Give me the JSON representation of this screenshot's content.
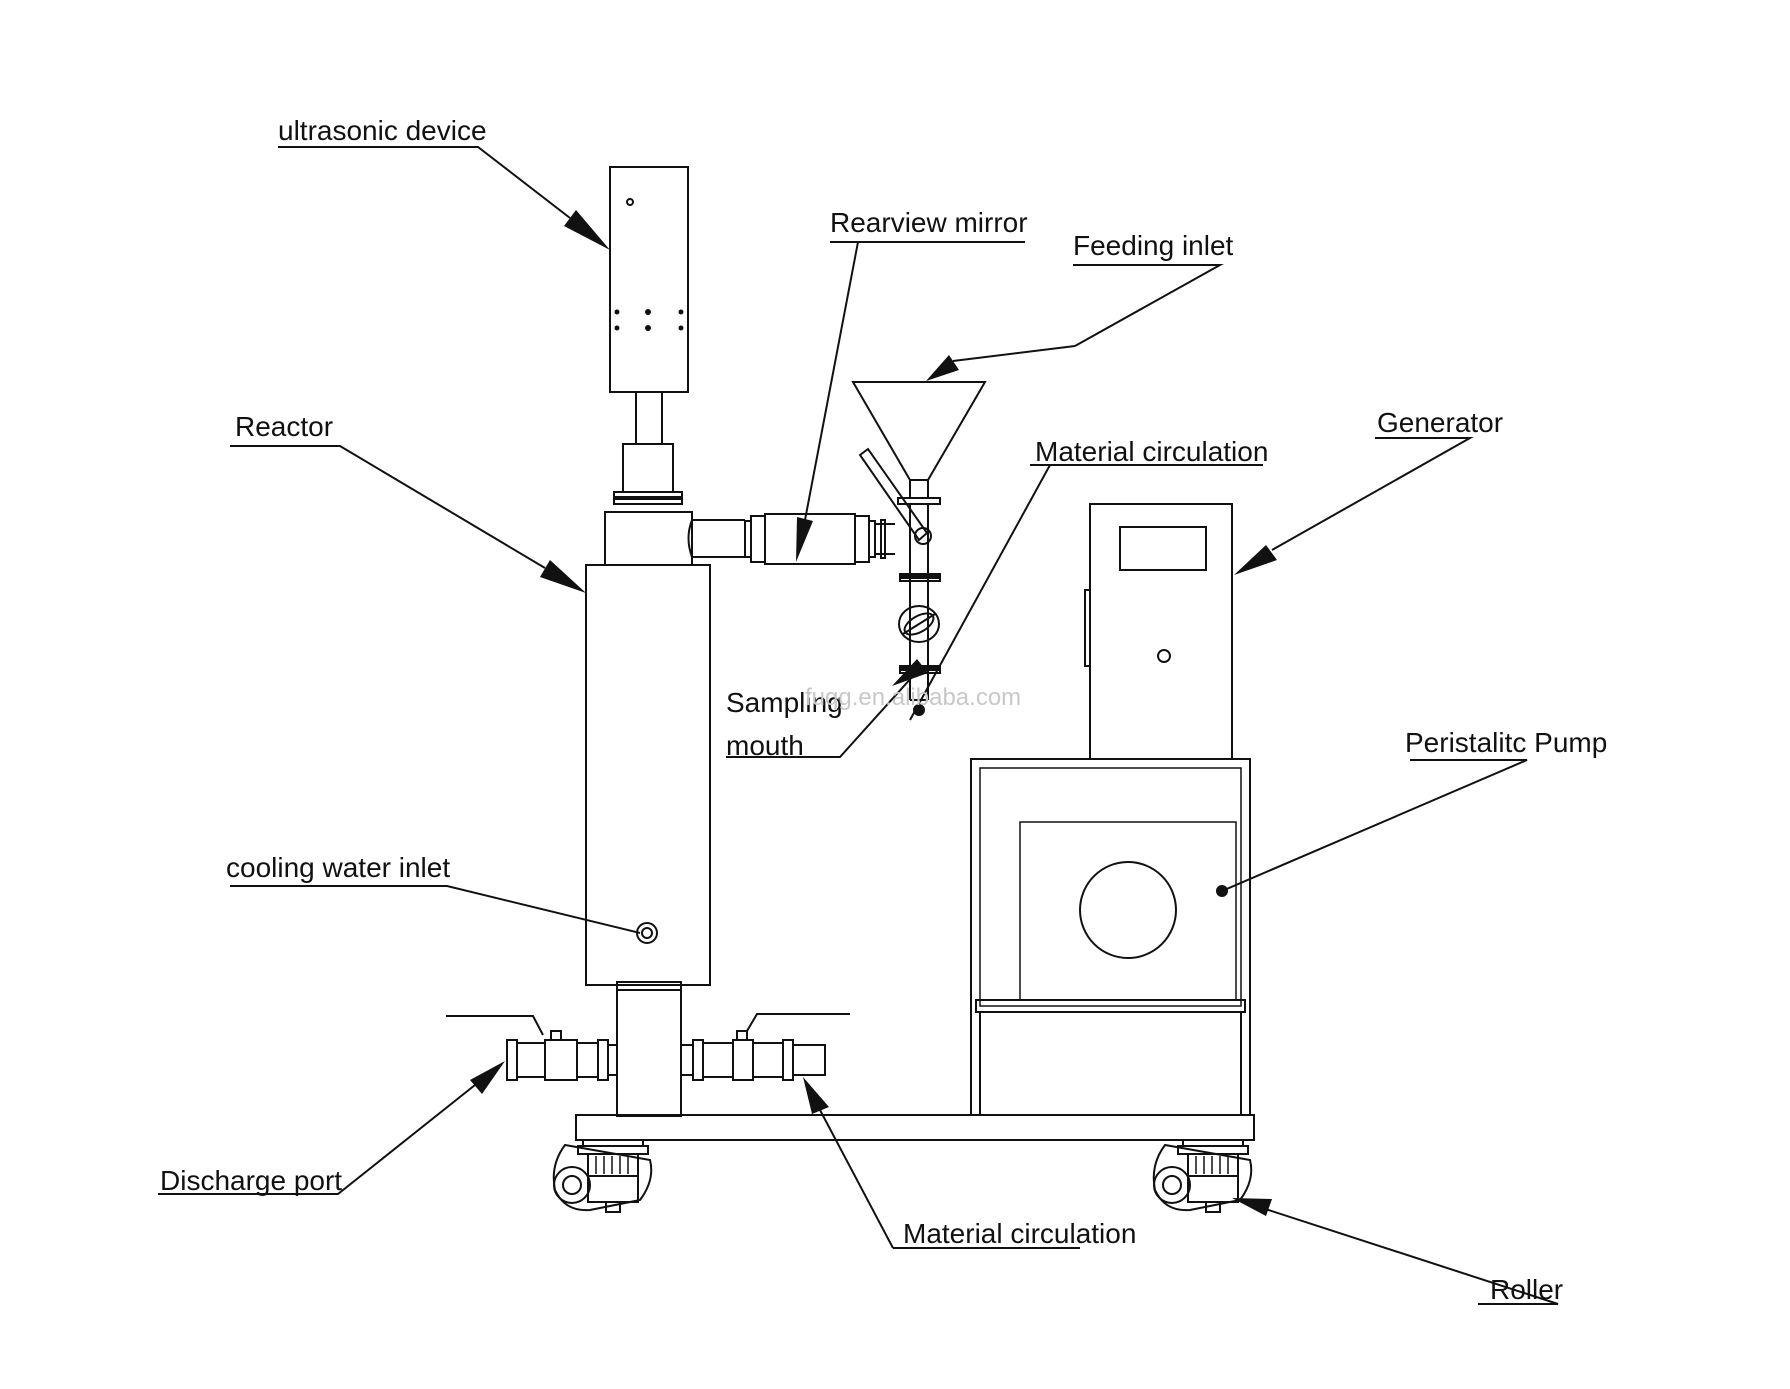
{
  "labels": {
    "ultrasonic_device": "ultrasonic device",
    "rearview_mirror": "Rearview mirror",
    "feeding_inlet": "Feeding inlet",
    "reactor": "Reactor",
    "material_circulation_top": "Material circulation",
    "generator": "Generator",
    "sampling_line1": "Sampling",
    "sampling_line2": "mouth",
    "peristaltic_pump": "Peristalitc Pump",
    "cooling_water_inlet": "cooling water inlet",
    "discharge_port": "Discharge port",
    "material_circulation_bottom": "Material circulation",
    "roller": "Roller"
  },
  "watermark": "fuqg.en.alibaba.com"
}
